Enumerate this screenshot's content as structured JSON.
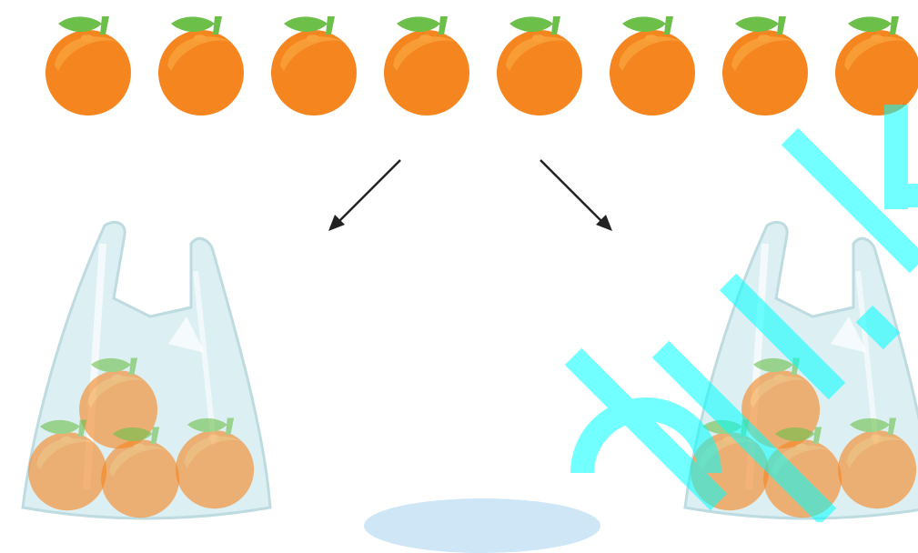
{
  "scene": {
    "top_orange_count": 8,
    "bags": [
      {
        "name": "left-bag",
        "orange_count": 4
      },
      {
        "name": "right-bag",
        "orange_count": 4
      }
    ]
  },
  "colors": {
    "orange_fill": "#F5851F",
    "orange_highlight": "#F9A23B",
    "leaf": "#6CC04A",
    "bag_fill": "#d9eef2",
    "bag_outline": "#b8d8de",
    "arrow": "#222222",
    "watermark": "#00FFFF"
  },
  "icons": {
    "orange": "orange-fruit-icon",
    "bag": "plastic-bag-icon",
    "arrow": "arrow-icon"
  }
}
